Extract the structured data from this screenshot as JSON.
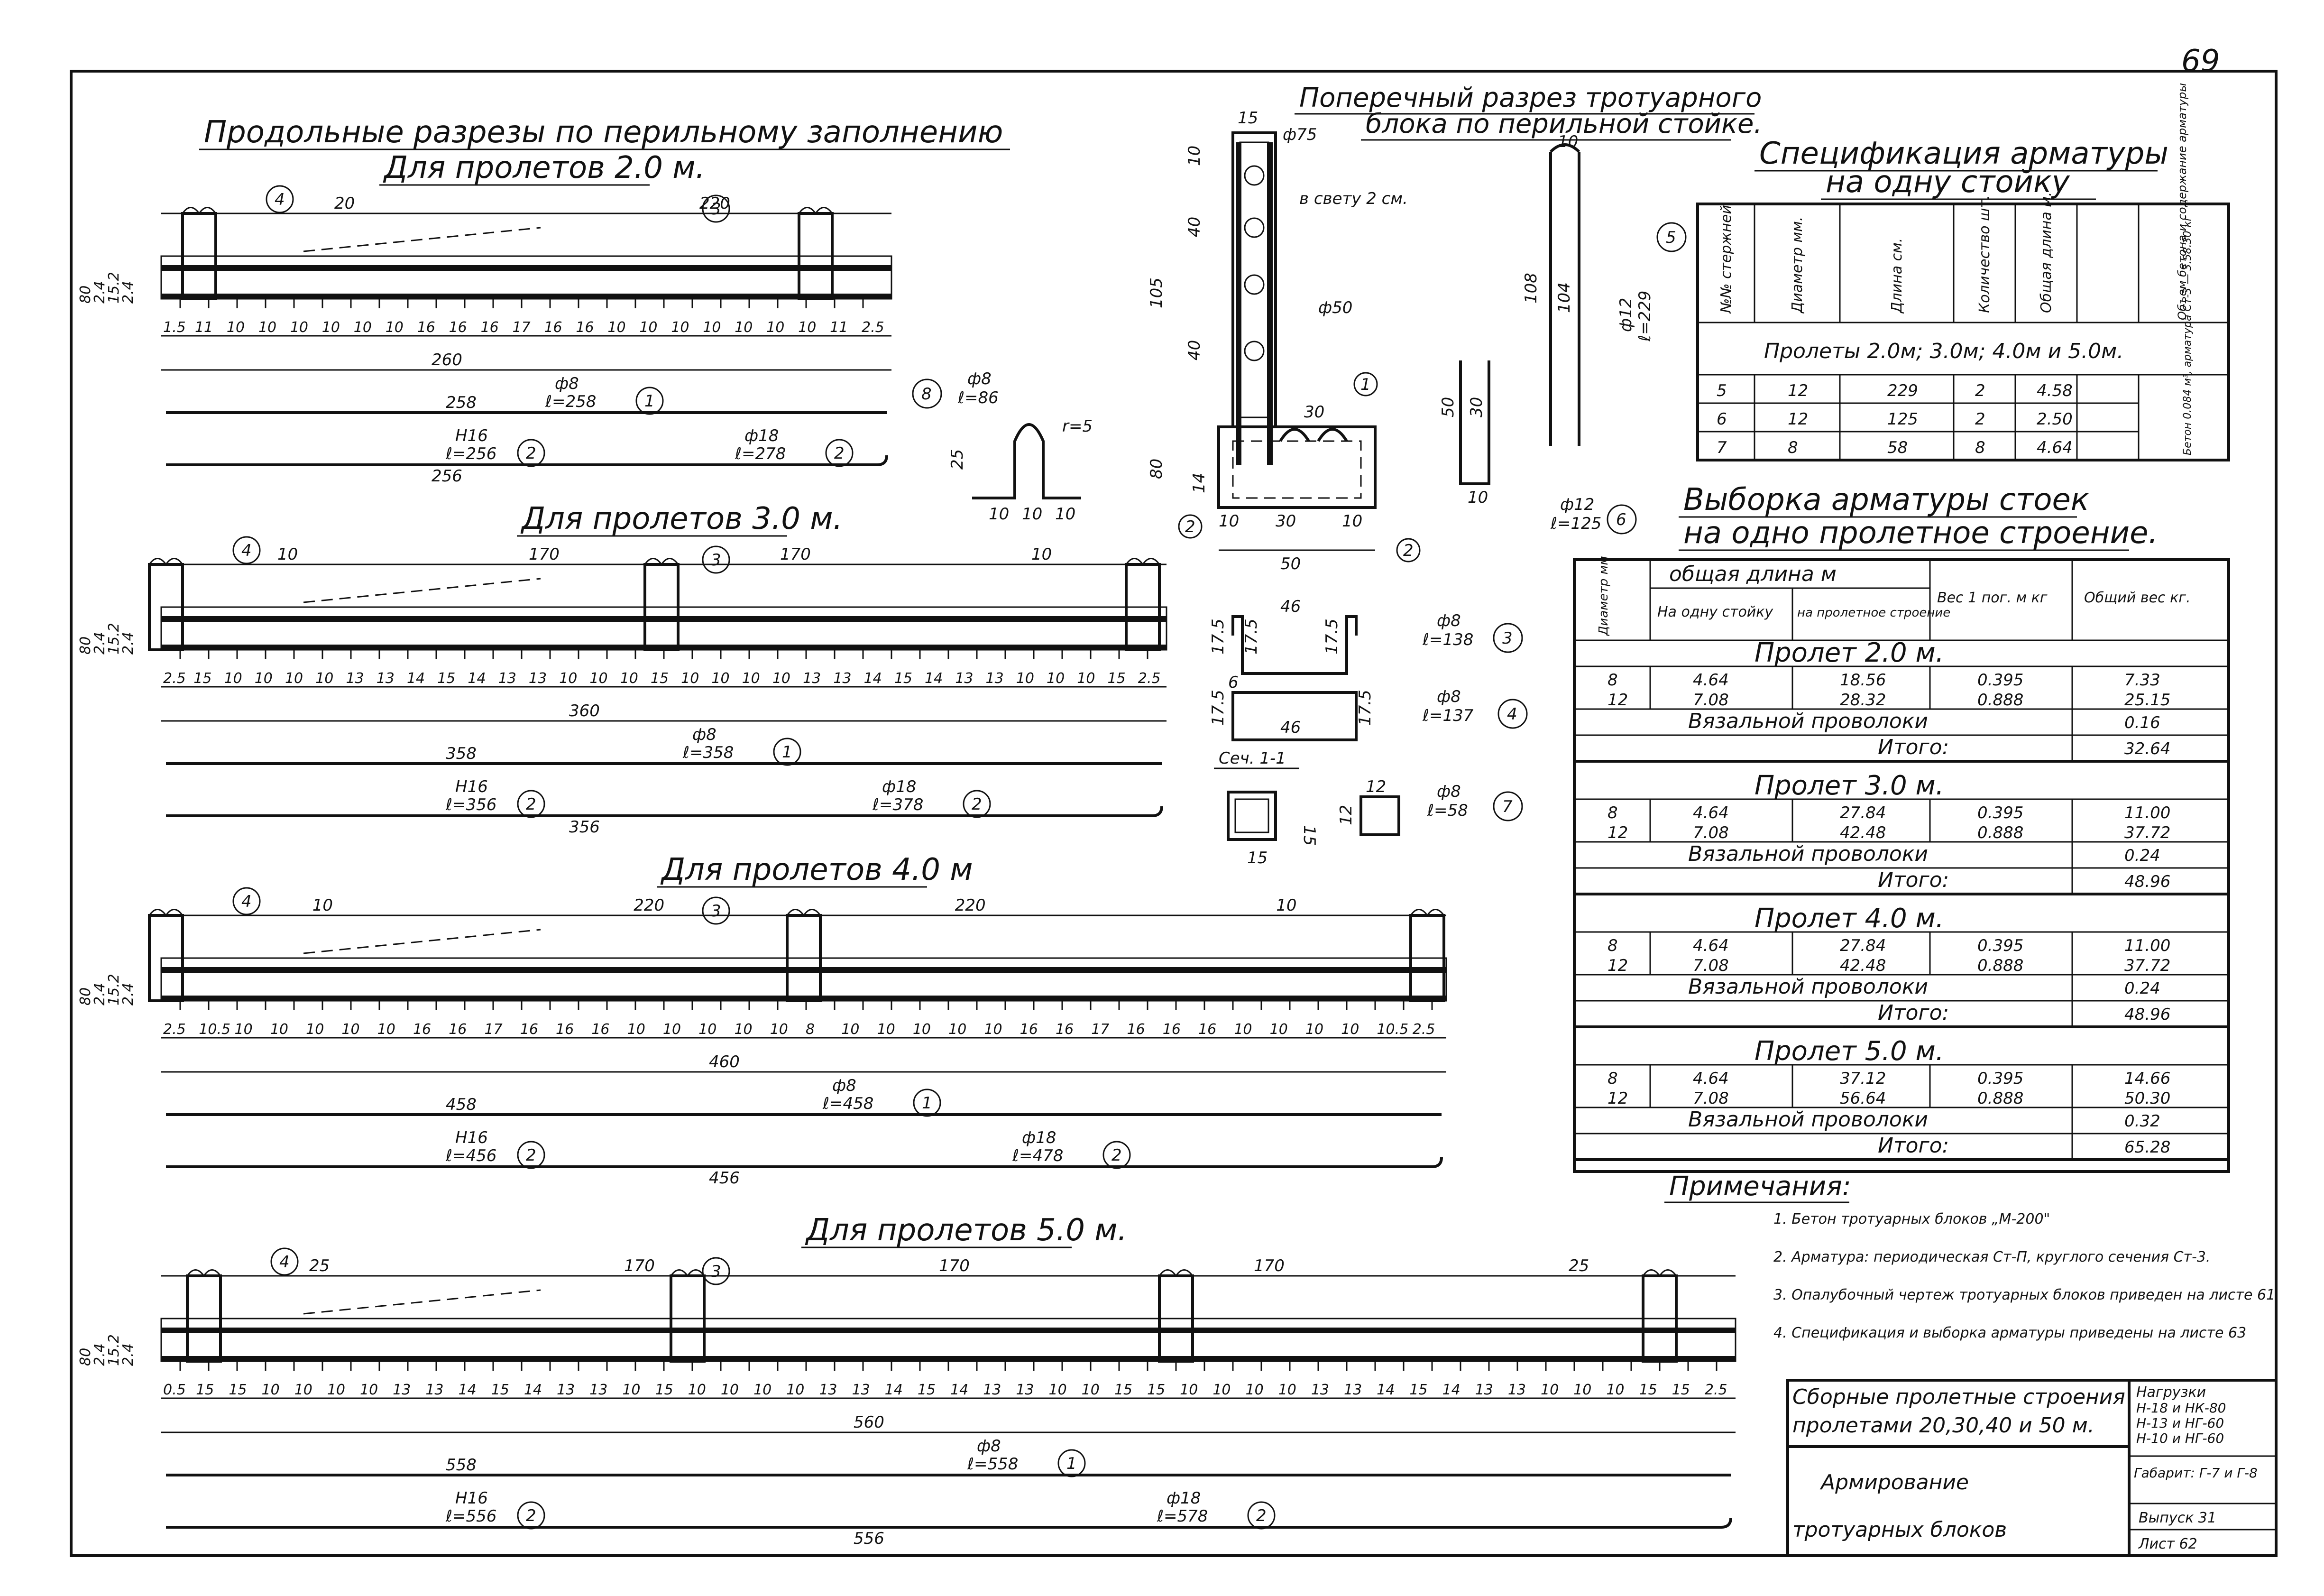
{
  "page_number": "69",
  "longitudinal": {
    "title": "Продольные разрезы по перильному заполнению",
    "sections": [
      {
        "heading": "Для пролетов 2.0 м.",
        "top_dims": [
          "20",
          "220"
        ],
        "bottom_dims": [
          "1.5",
          "11",
          "10",
          "10",
          "10",
          "10",
          "10",
          "10",
          "16",
          "16",
          "16",
          "17",
          "16",
          "16",
          "10",
          "10",
          "10",
          "10",
          "10",
          "10",
          "10",
          "11",
          "2.5"
        ],
        "total": "260",
        "bar1_len": "258",
        "bar1_tag": "ф8",
        "bar1_note": "ℓ=258",
        "bar2_tag": "H16",
        "bar2_note": "ℓ=256",
        "bar3_tag": "ф18",
        "bar3_note": "ℓ=278",
        "center_mark": "256",
        "vdims": [
          "80",
          "2.4",
          "15.2",
          "2.4"
        ]
      },
      {
        "heading": "Для пролетов 3.0 м.",
        "top_dims": [
          "10",
          "170",
          "170",
          "10"
        ],
        "bottom_dims": [
          "2.5",
          "15",
          "10",
          "10",
          "10",
          "10",
          "13",
          "13",
          "14",
          "15",
          "14",
          "13",
          "13",
          "10",
          "10",
          "10",
          "15",
          "10",
          "10",
          "10",
          "10",
          "13",
          "13",
          "14",
          "15",
          "14",
          "13",
          "13",
          "10",
          "10",
          "10",
          "15",
          "2.5"
        ],
        "total": "360",
        "bar1_len": "358",
        "bar1_tag": "ф8",
        "bar1_note": "ℓ=358",
        "bar2_tag": "H16",
        "bar2_note": "ℓ=356",
        "bar3_tag": "ф18",
        "bar3_note": "ℓ=378",
        "center_mark": "356",
        "vdims": [
          "80",
          "2.4",
          "15.2",
          "2.4"
        ]
      },
      {
        "heading": "Для пролетов 4.0 м",
        "top_dims": [
          "10",
          "220",
          "220",
          "10"
        ],
        "bottom_dims": [
          "2.5",
          "10.5",
          "10",
          "10",
          "10",
          "10",
          "10",
          "16",
          "16",
          "17",
          "16",
          "16",
          "16",
          "10",
          "10",
          "10",
          "10",
          "10",
          "8",
          "10",
          "10",
          "10",
          "10",
          "10",
          "16",
          "16",
          "17",
          "16",
          "16",
          "16",
          "10",
          "10",
          "10",
          "10",
          "10.5",
          "2.5"
        ],
        "total": "460",
        "bar1_len": "458",
        "bar1_tag": "ф8",
        "bar1_note": "ℓ=458",
        "bar2_tag": "H16",
        "bar2_note": "ℓ=456",
        "bar3_tag": "ф18",
        "bar3_note": "ℓ=478",
        "center_mark": "456",
        "vdims": [
          "80",
          "2.4",
          "15.2",
          "2.4"
        ]
      },
      {
        "heading": "Для пролетов 5.0 м.",
        "top_dims": [
          "25",
          "170",
          "170",
          "170",
          "25"
        ],
        "bottom_dims": [
          "0.5",
          "15",
          "15",
          "10",
          "10",
          "10",
          "10",
          "13",
          "13",
          "14",
          "15",
          "14",
          "13",
          "13",
          "10",
          "15",
          "10",
          "10",
          "10",
          "10",
          "13",
          "13",
          "14",
          "15",
          "14",
          "13",
          "13",
          "10",
          "10",
          "15",
          "15",
          "10",
          "10",
          "10",
          "10",
          "13",
          "13",
          "14",
          "15",
          "14",
          "13",
          "13",
          "10",
          "10",
          "10",
          "15",
          "15",
          "2.5"
        ],
        "total": "560",
        "bar1_len": "558",
        "bar1_tag": "ф8",
        "bar1_note": "ℓ=558",
        "bar2_tag": "H16",
        "bar2_note": "ℓ=556",
        "bar3_tag": "ф18",
        "bar3_note": "ℓ=578",
        "center_mark": "556",
        "vdims": [
          "80",
          "2.4",
          "15.2",
          "2.4"
        ]
      }
    ],
    "callouts": {
      "c1": "1",
      "c2": "2",
      "c3": "3",
      "c4": "4"
    }
  },
  "cross_section": {
    "title_l1": "Поперечный разрез тротуарного",
    "title_l2": "блока по перильной стойке.",
    "d75": "ф75",
    "d50": "ф50",
    "light": "в свету 2 см.",
    "dims": {
      "top": "15",
      "h10": "10",
      "h40a": "40",
      "h40b": "40",
      "h105": "105",
      "h80": "80",
      "h14": "14",
      "w30": "30",
      "w50": "50",
      "w10a": "10",
      "w10b": "10",
      "h1": "1",
      "v12": "12",
      "a30": "30"
    },
    "bar5_top": "10",
    "bar5_a": "108",
    "bar5_b": "104",
    "bar5_tag": "ф12",
    "bar5_note": "ℓ=229",
    "bar5_num": "5",
    "bar6_a": "50",
    "bar6_b": "30",
    "bar6_w": "10",
    "bar6_tag": "ф12",
    "bar6_note": "ℓ=125",
    "bar6_num": "6",
    "bar8_tag": "ф8",
    "bar8_note": "ℓ=86",
    "bar8_num": "8",
    "bar8_r": "r=5",
    "bar8_h": "25",
    "bar8_w": [
      "10",
      "10",
      "10"
    ],
    "bar3_w": "46",
    "bar3_h": [
      "17.5",
      "17.5",
      "17.5"
    ],
    "bar3_hook": "6",
    "bar3_tag": "ф8",
    "bar3_note": "ℓ=138",
    "bar3_num": "3",
    "bar4_w": "46",
    "bar4_h": [
      "17.5",
      "17.5"
    ],
    "bar4_tag": "ф8",
    "bar4_note": "ℓ=137",
    "bar4_num": "4",
    "sec_label": "Сеч. 1-1",
    "sec_w": "15",
    "sec_h": "15",
    "bar7_a": "12",
    "bar7_b": "12",
    "bar7_tag": "ф8",
    "bar7_note": "ℓ=58",
    "bar7_num": "7",
    "marker1": "1",
    "marker2": "2"
  },
  "spec": {
    "title_l1": "Спецификация арматуры",
    "title_l2": "на одну стойку",
    "headers": [
      "№№ стержней",
      "Диаметр мм.",
      "Длина см.",
      "Количество шт.",
      "Общая длина м.",
      "Объем бетона и содержание арматуры"
    ],
    "span_row": "Пролеты  2.0м; 3.0м; 4.0м и 5.0м.",
    "rows": [
      [
        "5",
        "12",
        "229",
        "2",
        "4.58"
      ],
      [
        "6",
        "12",
        "125",
        "2",
        "2.50"
      ],
      [
        "7",
        "8",
        "58",
        "8",
        "4.64"
      ]
    ],
    "side_note": "Бетон 0.084 м³, арматура Ст-3 — 3.58.30 кг"
  },
  "selection": {
    "title_l1": "Выборка арматуры стоек",
    "title_l2": "на одно пролетное строение.",
    "h_diam": "Диаметр мм",
    "h_total_len": "общая длина м",
    "h_one": "На одну стойку",
    "h_span": "на пролетное строение",
    "h_weight": "Вес 1 пог. м кг",
    "h_total_weight": "Общий вес кг.",
    "blocks": [
      {
        "title": "Пролет 2.0 м.",
        "rows": [
          [
            "8",
            "4.64",
            "18.56",
            "0.395",
            "7.33"
          ],
          [
            "12",
            "7.08",
            "28.32",
            "0.888",
            "25.15"
          ]
        ],
        "wire": "Вязальной проволоки",
        "wire_w": "0.16",
        "total_label": "Итого:",
        "total": "32.64"
      },
      {
        "title": "Пролет 3.0 м.",
        "rows": [
          [
            "8",
            "4.64",
            "27.84",
            "0.395",
            "11.00"
          ],
          [
            "12",
            "7.08",
            "42.48",
            "0.888",
            "37.72"
          ]
        ],
        "wire": "Вязальной проволоки",
        "wire_w": "0.24",
        "total_label": "Итого:",
        "total": "48.96"
      },
      {
        "title": "Пролет 4.0 м.",
        "rows": [
          [
            "8",
            "4.64",
            "27.84",
            "0.395",
            "11.00"
          ],
          [
            "12",
            "7.08",
            "42.48",
            "0.888",
            "37.72"
          ]
        ],
        "wire": "Вязальной проволоки",
        "wire_w": "0.24",
        "total_label": "Итого:",
        "total": "48.96"
      },
      {
        "title": "Пролет 5.0 м.",
        "rows": [
          [
            "8",
            "4.64",
            "37.12",
            "0.395",
            "14.66"
          ],
          [
            "12",
            "7.08",
            "56.64",
            "0.888",
            "50.30"
          ]
        ],
        "wire": "Вязальной проволоки",
        "wire_w": "0.32",
        "total_label": "Итого:",
        "total": "65.28"
      }
    ]
  },
  "notes": {
    "title": "Примечания:",
    "items": [
      "1. Бетон тротуарных блоков „М-200\"",
      "2. Арматура: периодическая Ст-П, круглого сечения Ст-3.",
      "3. Опалубочный чертеж тротуарных блоков приведен на листе 61",
      "4. Спецификация и выборка арматуры приведены на листе 63"
    ]
  },
  "titleblock": {
    "line1": "Сборные пролетные строения",
    "line2": "пролетами 20,30,40 и 50 м.",
    "loads_title": "Нагрузки",
    "loads": [
      "Н-18 и НК-80",
      "Н-13 и НГ-60",
      "Н-10 и НГ-60"
    ],
    "gabarit": "Габарит: Г-7 и Г-8",
    "name1": "Армирование",
    "name2": "тротуарных блоков",
    "issue": "Выпуск 31",
    "sheet": "Лист 62"
  }
}
